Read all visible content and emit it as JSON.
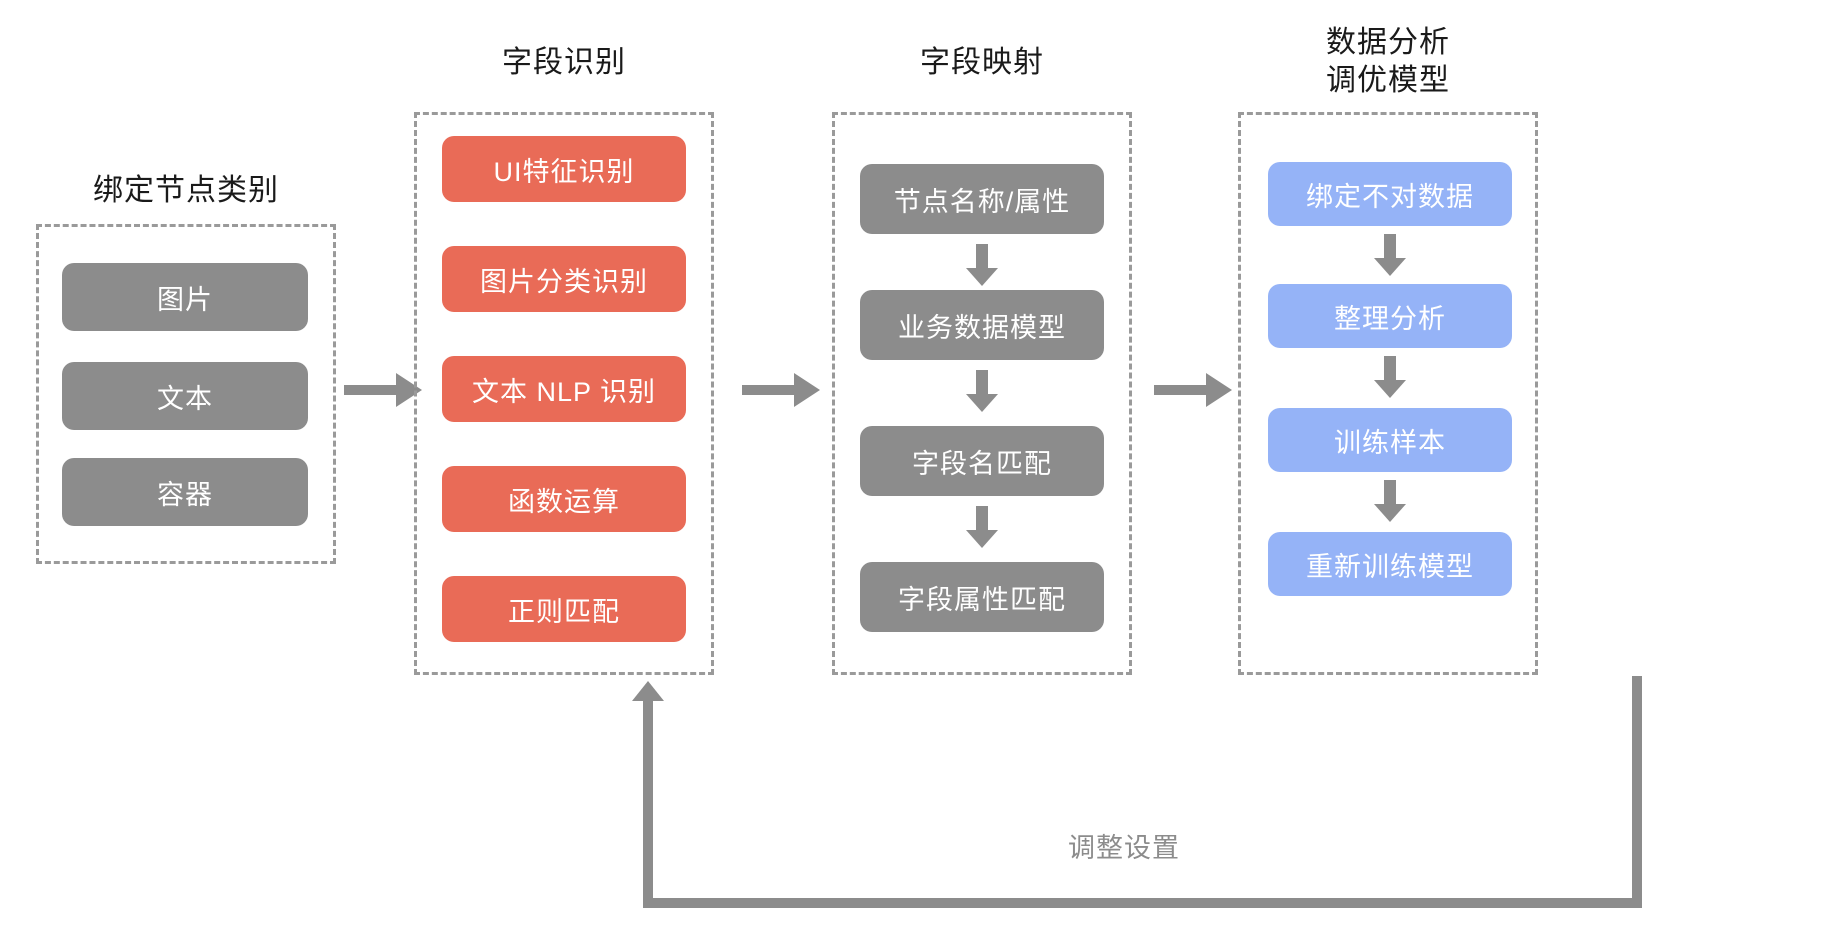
{
  "diagram": {
    "background_color": "#ffffff",
    "accent_colors": {
      "gray": "#8c8c8c",
      "red": "#e96b57",
      "blue": "#95b3f7",
      "dashed_border": "#9a9a9a",
      "label_text": "#8c8c8c",
      "title_text": "#1a1a1a"
    },
    "columns": [
      {
        "id": "bind-node-type",
        "title": "绑定节点类别",
        "node_style": "gray",
        "nodes": [
          {
            "label": "图片"
          },
          {
            "label": "文本"
          },
          {
            "label": "容器"
          }
        ],
        "internal_arrows": false
      },
      {
        "id": "field-recognition",
        "title": "字段识别",
        "node_style": "red",
        "nodes": [
          {
            "label": "UI特征识别"
          },
          {
            "label": "图片分类识别"
          },
          {
            "label": "文本 NLP 识别"
          },
          {
            "label": "函数运算"
          },
          {
            "label": "正则匹配"
          }
        ],
        "internal_arrows": false
      },
      {
        "id": "field-mapping",
        "title": "字段映射",
        "node_style": "gray",
        "nodes": [
          {
            "label": "节点名称/属性"
          },
          {
            "label": "业务数据模型"
          },
          {
            "label": "字段名匹配"
          },
          {
            "label": "字段属性匹配"
          }
        ],
        "internal_arrows": true
      },
      {
        "id": "data-analysis-tuning",
        "title": "数据分析\n调优模型",
        "node_style": "blue",
        "nodes": [
          {
            "label": "绑定不对数据"
          },
          {
            "label": "整理分析"
          },
          {
            "label": "训练样本"
          },
          {
            "label": "重新训练模型"
          }
        ],
        "internal_arrows": true
      }
    ],
    "connectors": [
      {
        "id": "conn-1-2",
        "kind": "arrow-right"
      },
      {
        "id": "conn-2-3",
        "kind": "arrow-right"
      },
      {
        "id": "conn-3-4",
        "kind": "arrow-right"
      }
    ],
    "feedback_loop": {
      "label": "调整设置",
      "direction": "right-to-left",
      "from": "data-analysis-tuning",
      "to": "field-recognition"
    }
  }
}
